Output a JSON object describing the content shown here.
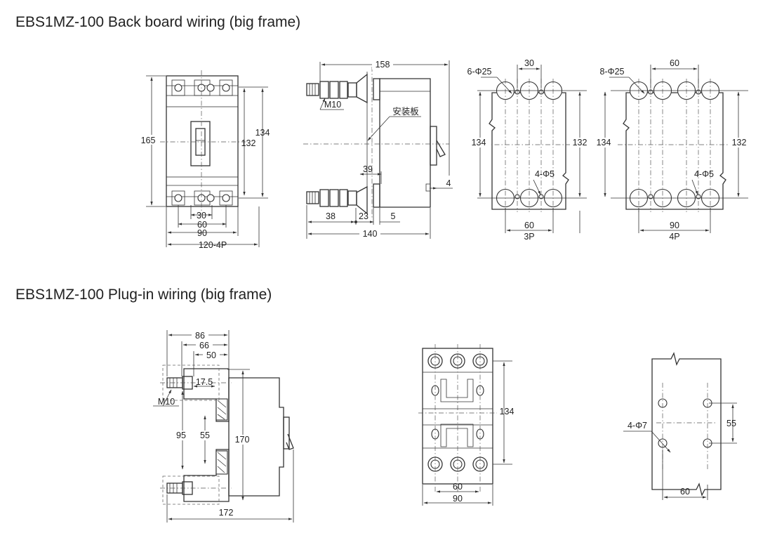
{
  "headings": {
    "back_board": "EBS1MZ-100 Back board wiring (big frame)",
    "plug_in": "EBS1MZ-100 Plug-in wiring (big frame)"
  },
  "front_view": {
    "d165": "165",
    "d134": "134",
    "d132": "132",
    "d30": "30",
    "d60": "60",
    "d90": "90",
    "d120": "120-4P"
  },
  "side_view": {
    "d158": "158",
    "m10": "M10",
    "panel": "安装板",
    "d39": "39",
    "d4": "4",
    "d38": "38",
    "d23": "23",
    "d5": "5",
    "d140": "140"
  },
  "drill_3p": {
    "holes": "6-Φ25",
    "d30": "30",
    "d134": "134",
    "d132": "132",
    "small": "4-Φ5",
    "d60": "60",
    "poles": "3P"
  },
  "drill_4p": {
    "holes": "8-Φ25",
    "d60": "60",
    "d134": "134",
    "d132": "132",
    "small": "4-Φ5",
    "d90": "90",
    "poles": "4P"
  },
  "plug_side": {
    "d86": "86",
    "d66": "66",
    "d50": "50",
    "d17": "17.5",
    "m10": "M10",
    "d95": "95",
    "d55": "55",
    "d170": "170",
    "d172": "172"
  },
  "plug_front": {
    "d134": "134",
    "d60": "60",
    "d90": "90"
  },
  "plug_drill": {
    "holes": "4-Φ7",
    "d55": "55",
    "d60": "60"
  }
}
